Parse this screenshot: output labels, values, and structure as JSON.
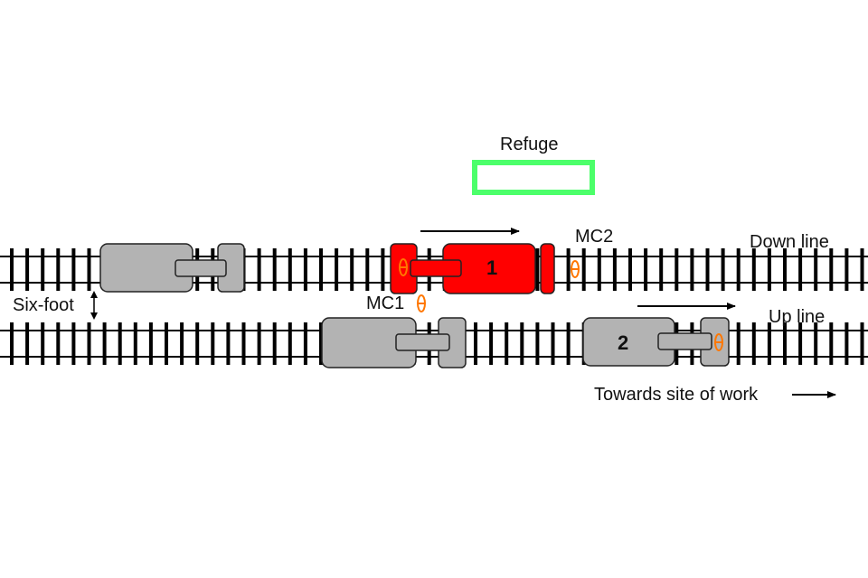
{
  "labels": {
    "refuge": "Refuge",
    "down_line": "Down line",
    "up_line": "Up line",
    "six_foot": "Six-foot",
    "mc1": "MC1",
    "mc2": "MC2",
    "towards": "Towards site of work"
  },
  "vehicles": {
    "train_1": {
      "number": "1",
      "line": "Down line",
      "color": "#ff0000",
      "direction": "right"
    },
    "train_2": {
      "number": "2",
      "line": "Up line",
      "color": "#b3b3b3",
      "direction": "right"
    },
    "machine_down_left": {
      "line": "Down line",
      "color": "#b3b3b3"
    },
    "machine_up_left": {
      "line": "Up line",
      "color": "#b3b3b3"
    }
  },
  "colors": {
    "refuge_outline": "#4cff6a",
    "lookout_marker": "#ff7700",
    "rail": "#000000",
    "grey_vehicle": "#b3b3b3",
    "red_vehicle": "#ff0000"
  },
  "icons": {
    "marker": "lookout-marker-icon",
    "arrow": "right-arrow-icon",
    "double_arrow": "vertical-double-arrow-icon"
  }
}
